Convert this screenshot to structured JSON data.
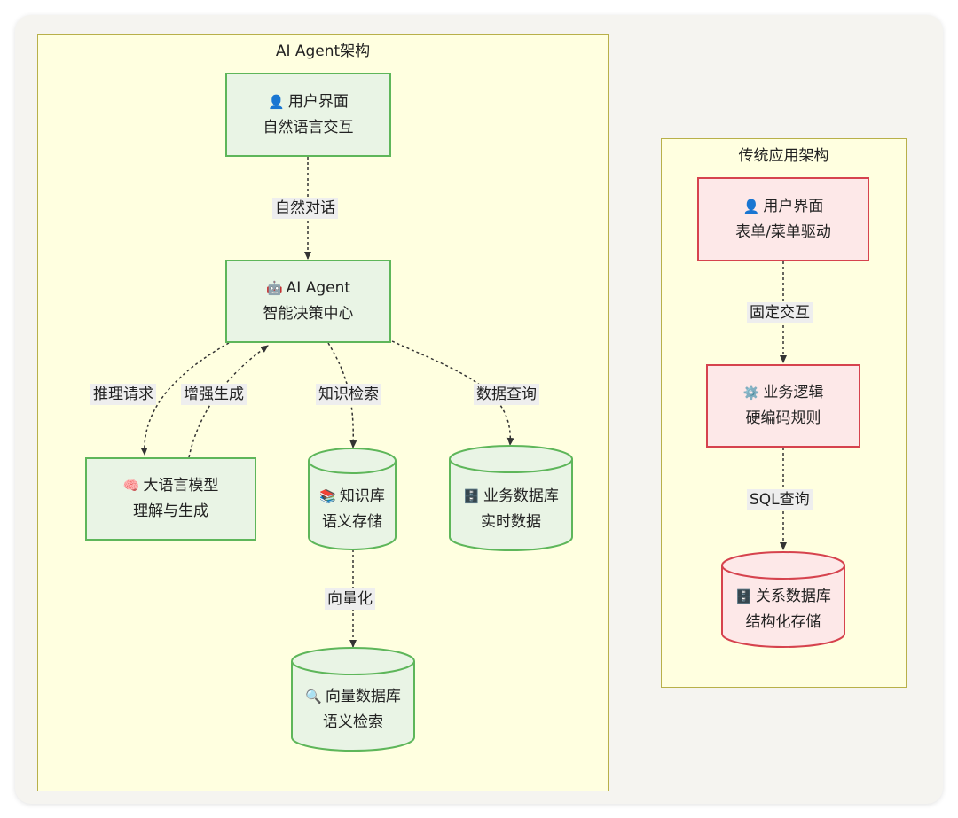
{
  "ai_panel": {
    "title": "AI Agent架构",
    "nodes": {
      "user_ui": {
        "icon": "👤",
        "line1": "用户界面",
        "line2": "自然语言交互"
      },
      "agent": {
        "icon": "🤖",
        "line1": "AI Agent",
        "line2": "智能决策中心"
      },
      "llm": {
        "icon": "🧠",
        "line1": "大语言模型",
        "line2": "理解与生成"
      },
      "kb": {
        "icon": "📚",
        "line1": "知识库",
        "line2": "语义存储"
      },
      "bizdb": {
        "icon": "🗄️",
        "line1": "业务数据库",
        "line2": "实时数据"
      },
      "vecdb": {
        "icon": "🔍",
        "line1": "向量数据库",
        "line2": "语义检索"
      }
    },
    "edges": {
      "natural_dialog": "自然对话",
      "reasoning_request": "推理请求",
      "augmented_generation": "增强生成",
      "knowledge_retrieval": "知识检索",
      "data_query": "数据查询",
      "vectorize": "向量化"
    }
  },
  "trad_panel": {
    "title": "传统应用架构",
    "nodes": {
      "user_ui": {
        "icon": "👤",
        "line1": "用户界面",
        "line2": "表单/菜单驱动"
      },
      "logic": {
        "icon": "⚙️",
        "line1": "业务逻辑",
        "line2": "硬编码规则"
      },
      "reldb": {
        "icon": "🗄️",
        "line1": "关系数据库",
        "line2": "结构化存储"
      }
    },
    "edges": {
      "fixed_interaction": "固定交互",
      "sql_query": "SQL查询"
    }
  },
  "colors": {
    "panel_fill": "#ffffe0",
    "panel_border": "#b8b04a",
    "ai_node_fill": "#e9f4e5",
    "ai_node_border": "#5eb65a",
    "trad_node_fill": "#fde8e8",
    "trad_node_border": "#d6434e",
    "edge": "#333333"
  }
}
